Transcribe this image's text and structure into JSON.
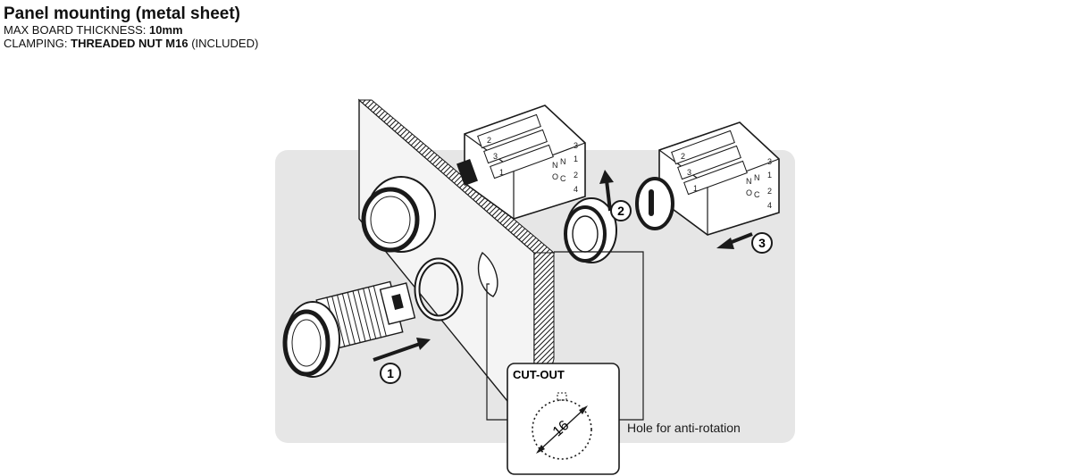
{
  "header": {
    "title": "Panel mounting (metal sheet)",
    "thickness_label": "MAX BOARD THICKNESS: ",
    "thickness_value": "10mm",
    "clamping_label": "CLAMPING: ",
    "clamping_value": "THREADED NUT M16",
    "clamping_note": " (INCLUDED)"
  },
  "diagram": {
    "steps": [
      "1",
      "2",
      "3"
    ],
    "cutout_title": "CUT-OUT",
    "cutout_diameter": "16",
    "anti_rotation_label": "Hole for anti-rotation",
    "terminal_labels": {
      "pins_left": [
        "2",
        "3",
        "1"
      ],
      "pins_right": [
        "3",
        "1",
        "2",
        "4"
      ],
      "contact_letters": [
        "N",
        "O",
        "N",
        "C"
      ]
    }
  },
  "colors": {
    "background_panel": "#e6e6e6",
    "stroke": "#1a1a1a",
    "part_fill": "#ffffff"
  }
}
